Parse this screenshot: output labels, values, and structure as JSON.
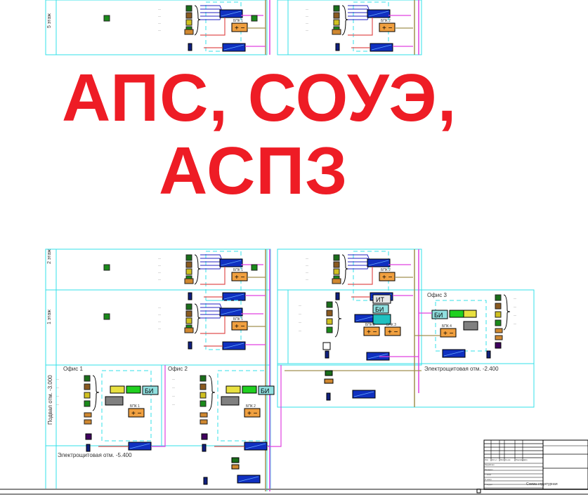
{
  "overlay": {
    "line1": "АПС, СОУЭ,",
    "line2": "АСПЗ"
  },
  "zones": {
    "floor5": "5 этаж",
    "floor2": "2 этаж",
    "floor1": "1 этаж",
    "basement": "Подвал отм. -3.000",
    "office1": "Офис 1",
    "office2": "Офис 2",
    "office3": "Офис 3",
    "elec_room_1": "Электрощитовая отм. -5.400",
    "elec_room_2": "Электрощитовая отм. -2.400"
  },
  "module_labels": {
    "bi": "БИ",
    "it": "ИТ",
    "power": "+ −",
    "bpk1": "БПК 1",
    "bpk2": "БПК 2",
    "bpk3": "БПК 3",
    "bpk4": "БПК 4"
  },
  "title_block": {
    "headers": [
      "Изм.",
      "Кол.уч",
      "Лист",
      "№ док.",
      "Подпись",
      "Дата"
    ],
    "rows": [
      "Разработал",
      "Проверил",
      "Т. контр.",
      "Н. контр.",
      "Утвердил"
    ],
    "sheet_name": "Схема структурная"
  },
  "colors": {
    "overlay": "#ee1c25",
    "frame": "#33e0e8",
    "pink": "#e040e0",
    "red": "#e05050",
    "olive": "#a09050",
    "blue": "#2020c0"
  }
}
